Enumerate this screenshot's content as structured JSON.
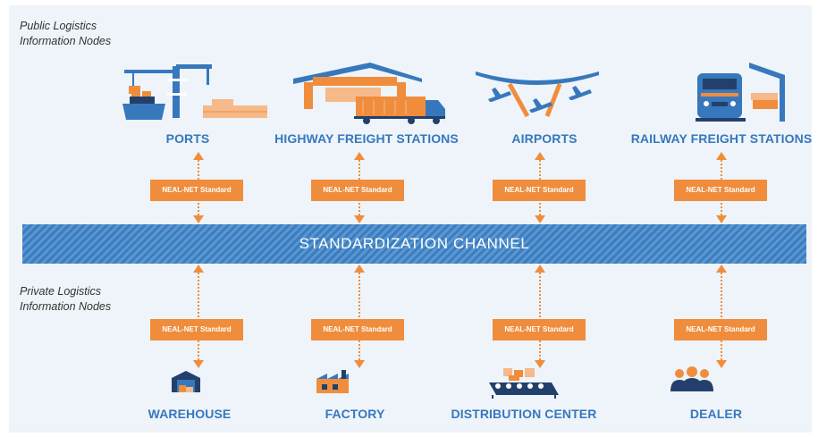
{
  "public_group": {
    "line1": "Public Logistics",
    "line2": "Information Nodes"
  },
  "private_group": {
    "line1": "Private Logistics",
    "line2": "Information Nodes"
  },
  "channel": {
    "label": "STANDARDIZATION CHANNEL"
  },
  "standard_label": "NEAL-NET Standard",
  "public_nodes": [
    {
      "label": "PORTS",
      "icon": "port-crane-icon"
    },
    {
      "label": "HIGHWAY FREIGHT STATIONS",
      "icon": "truck-terminal-icon"
    },
    {
      "label": "AIRPORTS",
      "icon": "airplane-icon"
    },
    {
      "label": "RAILWAY FREIGHT STATIONS",
      "icon": "train-icon"
    }
  ],
  "private_nodes": [
    {
      "label": "WAREHOUSE",
      "icon": "warehouse-icon"
    },
    {
      "label": "FACTORY",
      "icon": "factory-icon"
    },
    {
      "label": "DISTRIBUTION CENTER",
      "icon": "conveyor-icon"
    },
    {
      "label": "DEALER",
      "icon": "people-icon"
    }
  ],
  "colors": {
    "accent": "#f08d3c",
    "primary": "#3778bd",
    "panel": "#eef4f9",
    "dark_navy": "#22406b"
  }
}
